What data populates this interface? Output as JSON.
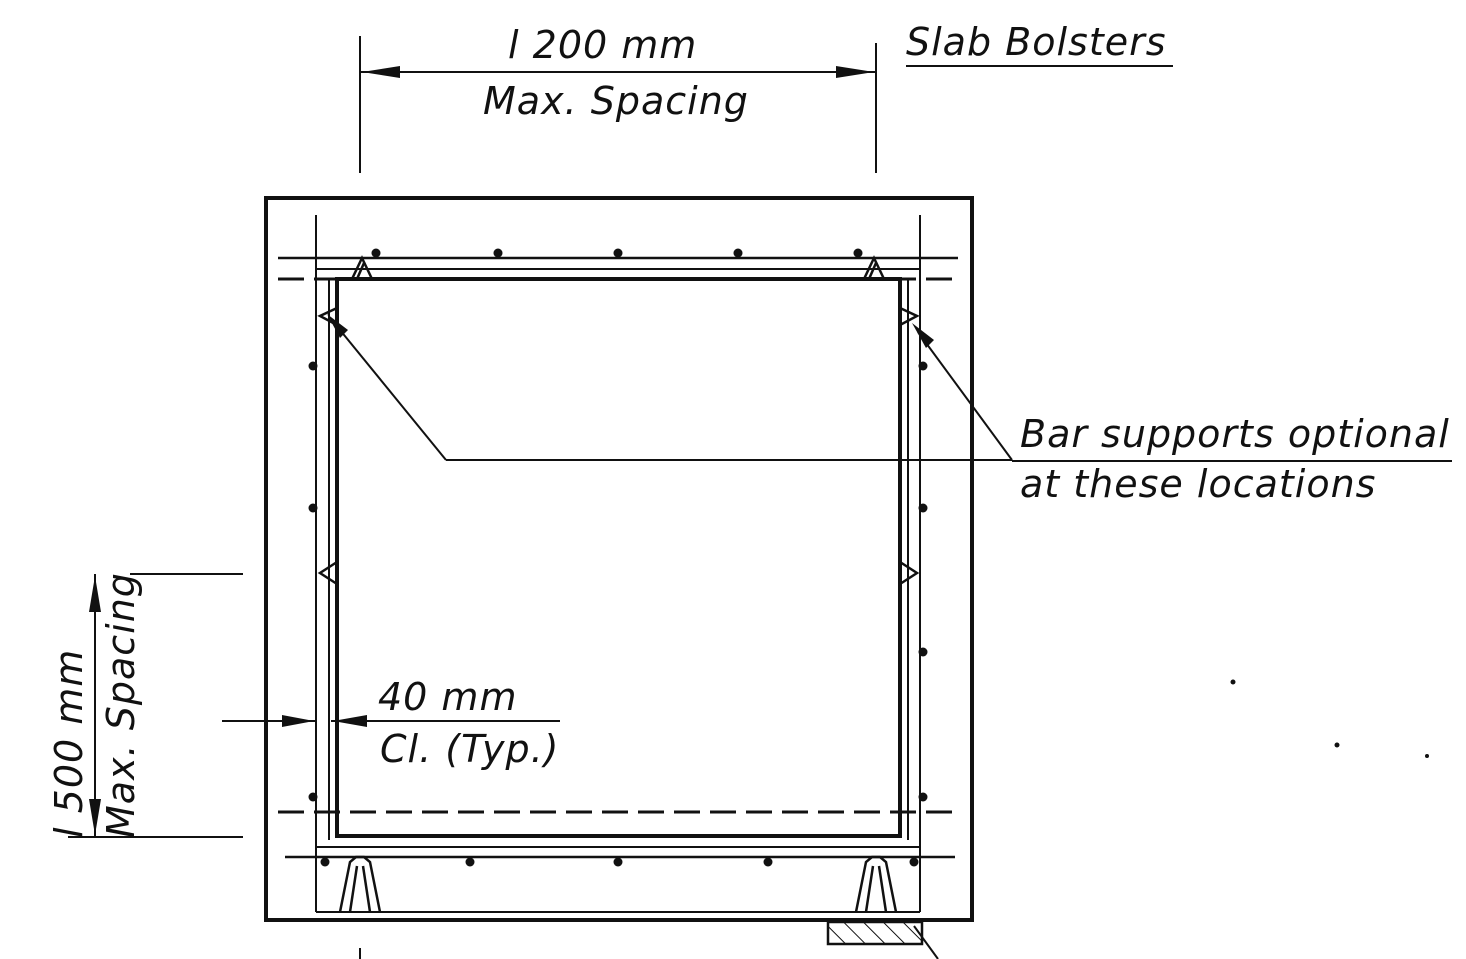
{
  "labels": {
    "top_dimension_value": "l 200 mm",
    "top_dimension_note": "Max. Spacing",
    "slab_bolsters": "Slab Bolsters",
    "bar_supports_line1": "Bar supports optional",
    "bar_supports_line2": "at these locations",
    "cover_value": "40 mm",
    "cover_note": "Cl. (Typ.)",
    "side_dimension_value": "l 500 mm",
    "side_dimension_note": "Max. Spacing"
  },
  "colors": {
    "ink": "#111111",
    "background": "#ffffff"
  }
}
